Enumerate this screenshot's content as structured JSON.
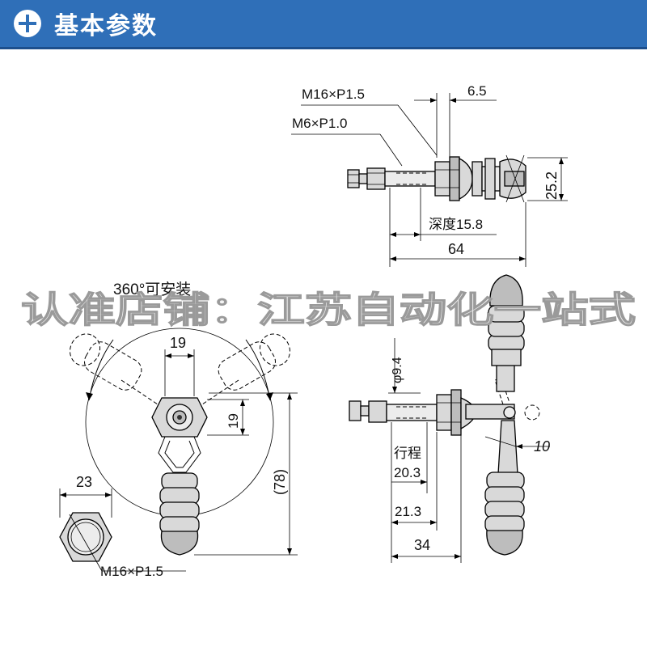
{
  "header": {
    "title": "基本参数",
    "icon": "plus-circle-icon"
  },
  "colors": {
    "header_bg": "#2f6fb8",
    "header_text": "#ffffff"
  },
  "top_view": {
    "thread_main": "M16×P1.5",
    "thread_rod": "M6×P1.0",
    "dim_nut_width": "6.5",
    "dim_height": "25.2",
    "depth_label": "深度15.8",
    "dim_length": "64"
  },
  "front_view": {
    "rotation_label": "360°可安装",
    "dim_width": "19",
    "dim_side": "19",
    "dim_height": "(78)"
  },
  "nut_view": {
    "dim_across": "23",
    "thread": "M16×P1.5"
  },
  "side_view": {
    "dim_diameter": "φ9.4",
    "stroke_label": "行程",
    "dim_stroke": "20.3",
    "dim_21": "21.3",
    "dim_34": "34",
    "dim_angle": "10"
  },
  "watermark": "认准店铺：江苏自动化一站式"
}
